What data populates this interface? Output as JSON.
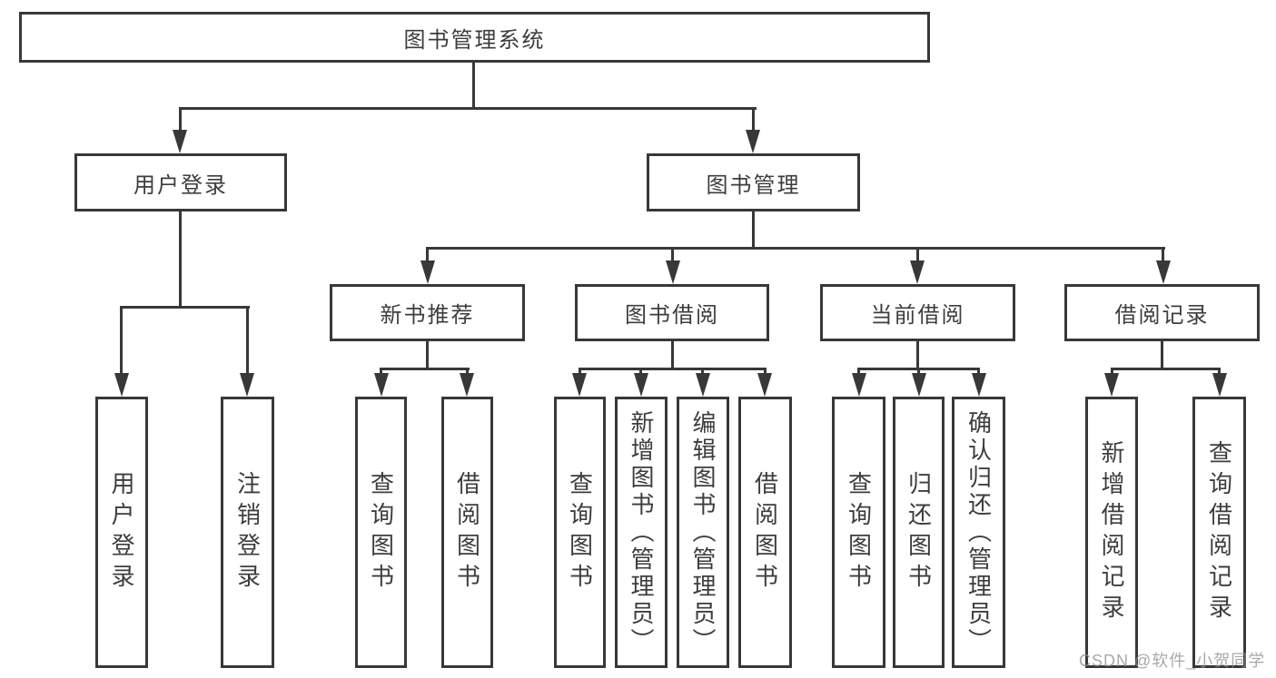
{
  "tree": {
    "root": {
      "label": "图书管理系统",
      "children": [
        {
          "label": "用户登录",
          "children": [
            {
              "label": "用户登录"
            },
            {
              "label": "注销登录"
            }
          ]
        },
        {
          "label": "图书管理",
          "children": [
            {
              "label": "新书推荐",
              "children": [
                {
                  "label": "查询图书"
                },
                {
                  "label": "借阅图书"
                }
              ]
            },
            {
              "label": "图书借阅",
              "children": [
                {
                  "label": "查询图书"
                },
                {
                  "label": "新增图书（管理员）"
                },
                {
                  "label": "编辑图书（管理员）"
                },
                {
                  "label": "借阅图书"
                }
              ]
            },
            {
              "label": "当前借阅",
              "children": [
                {
                  "label": "查询图书"
                },
                {
                  "label": "归还图书"
                },
                {
                  "label": "确认归还（管理员）"
                }
              ]
            },
            {
              "label": "借阅记录",
              "children": [
                {
                  "label": "新增借阅记录"
                },
                {
                  "label": "查询借阅记录"
                }
              ]
            }
          ]
        }
      ]
    }
  },
  "watermark": "CSDN @软件_小贺同学",
  "colors": {
    "line": "#383838",
    "text": "#3d3d3d",
    "box_bg": "#ffffff",
    "watermark": "#949494"
  }
}
